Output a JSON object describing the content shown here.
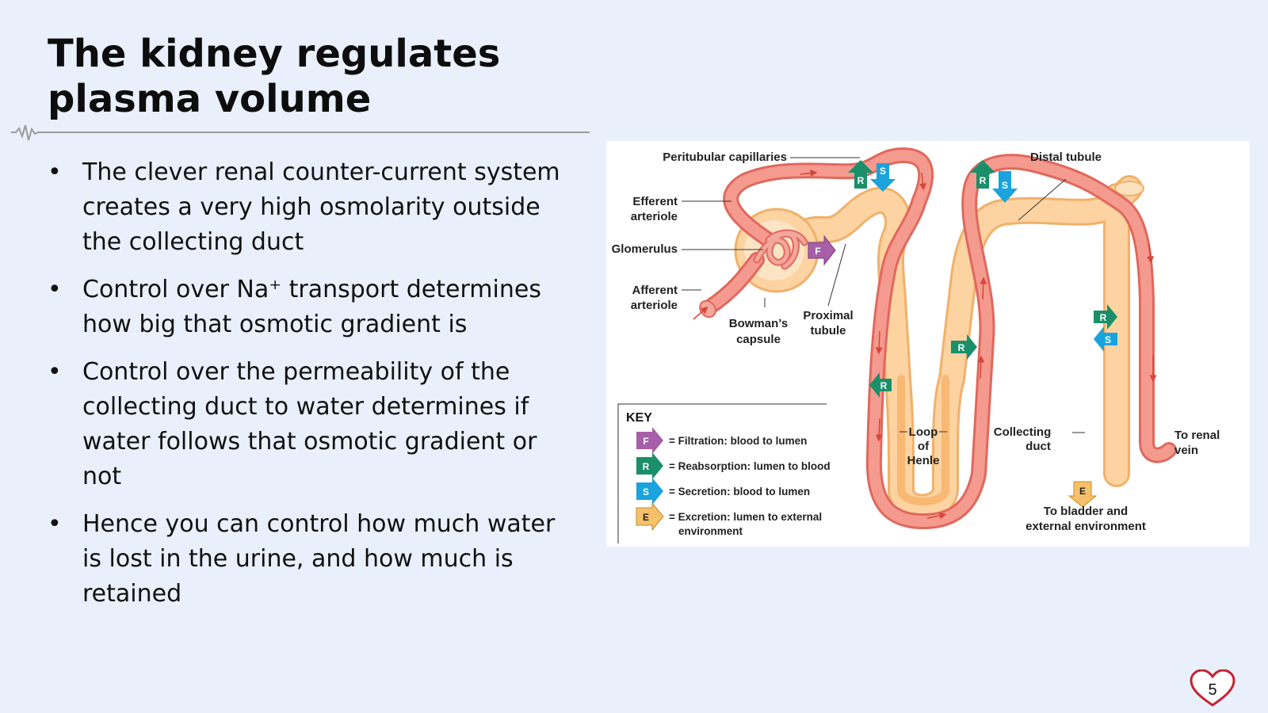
{
  "slide": {
    "title_line1": "The kidney regulates",
    "title_line2": "plasma volume",
    "page_number": "5"
  },
  "bullets": [
    "The clever renal counter-current system creates a very high osmolarity outside the collecting duct",
    "Control over Na⁺ transport determines how big that osmotic gradient is",
    "Control over the permeability of the collecting duct to water determines if water follows that osmotic gradient or not",
    "Hence you can control how much water is lost in the urine, and how much is retained"
  ],
  "diagram": {
    "labels": {
      "peritubular": "Peritubular capillaries",
      "efferent_1": "Efferent",
      "efferent_2": "arteriole",
      "glomerulus": "Glomerulus",
      "afferent_1": "Afferent",
      "afferent_2": "arteriole",
      "bowmans_1": "Bowman’s",
      "bowmans_2": "capsule",
      "proximal_1": "Proximal",
      "proximal_2": "tubule",
      "distal": "Distal tubule",
      "loop_1": "Loop",
      "loop_2": "of",
      "loop_3": "Henle",
      "collecting_1": "Collecting",
      "collecting_2": "duct",
      "renal_vein_1": "To renal",
      "renal_vein_2": "vein",
      "bladder_1": "To bladder and",
      "bladder_2": "external environment"
    },
    "key": {
      "heading": "KEY",
      "filtration": "= Filtration: blood to lumen",
      "reabsorption": "= Reabsorption: lumen to blood",
      "secretion": "= Secretion: blood to lumen",
      "excretion_1": "= Excretion: lumen to external",
      "excretion_2": "environment"
    },
    "letters": {
      "F": "F",
      "R": "R",
      "S": "S",
      "E": "E"
    },
    "colors": {
      "vessel": "#f08c80",
      "vessel_stroke": "#e0685d",
      "tubule": "#fcd3a1",
      "tubule_stroke": "#f1b16a",
      "filtration": "#a65fa8",
      "reabsorption": "#1a8f6a",
      "secretion": "#1aa3dc",
      "excretion": "#f6c16a",
      "accent_heart": "#c42332"
    }
  }
}
